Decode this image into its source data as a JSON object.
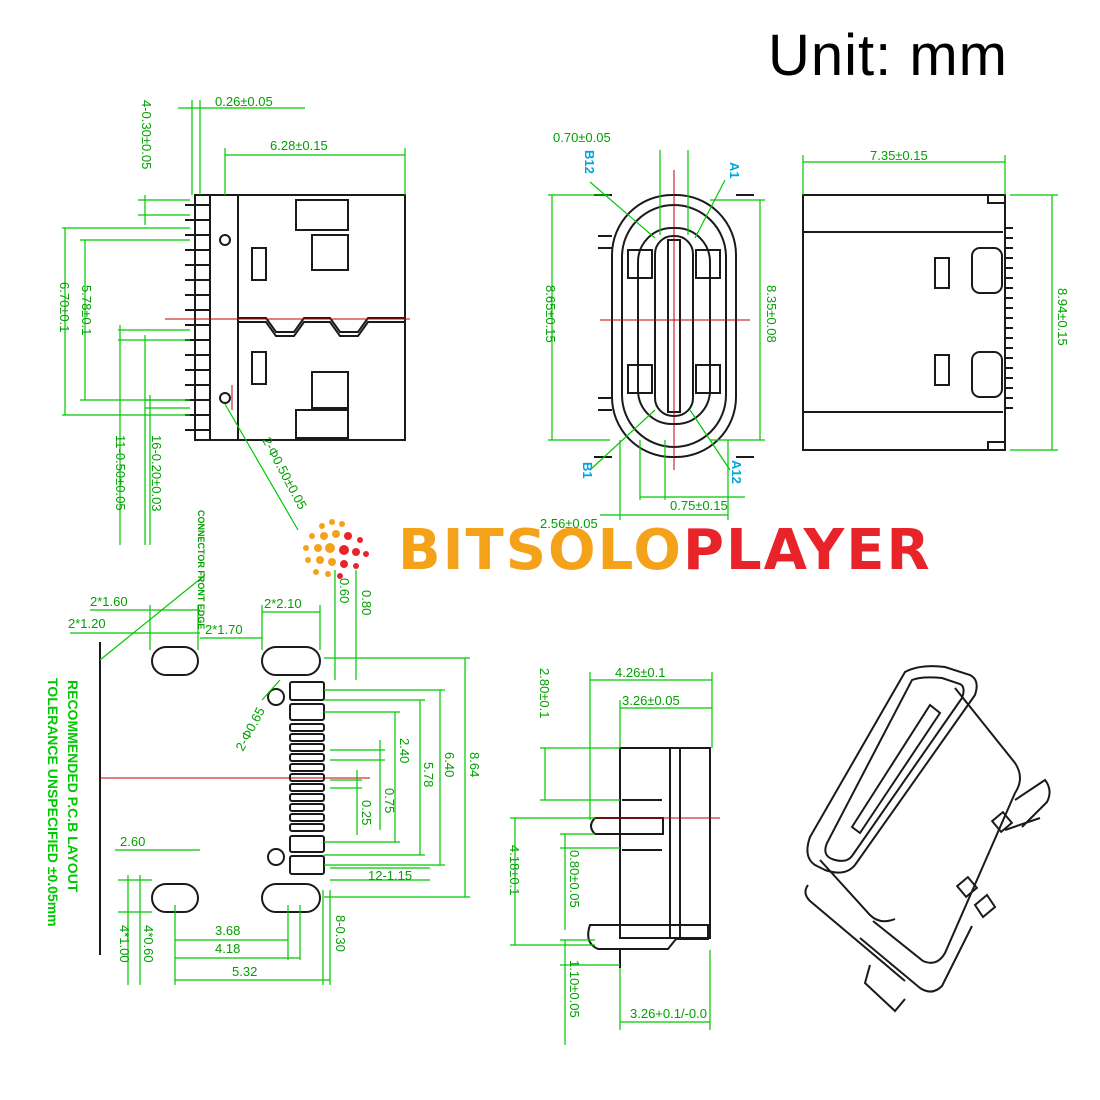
{
  "header": {
    "unit": "Unit: mm"
  },
  "brand": {
    "part_a": "BITSOLO",
    "part_b": "PLAYER"
  },
  "colors": {
    "dim": "#00c800",
    "red": "#c00000",
    "cyan": "#00a6e0",
    "ink": "#1a1a1a",
    "orange": "#f5a21b",
    "brand_red": "#e8242a"
  },
  "top_view": {
    "pitch_top": "0.26±0.05",
    "width": "6.28±0.15",
    "pin_width": "4-0.30±0.05",
    "h1": "6.70±0.1",
    "h2": "5.78±0.1",
    "pin_a": "11-0.50±0.05",
    "pin_b": "16-0.20±0.03",
    "hole": "2-Φ0.50±0.05"
  },
  "front_view": {
    "top": "0.70±0.05",
    "left_pin": "B12",
    "right_pin": "A1",
    "bl_pin": "B1",
    "br_pin": "A12",
    "height_l": "8.65±0.15",
    "height_r": "8.35±0.08",
    "bottom1": "0.75±0.15",
    "bottom2": "2.56±0.05"
  },
  "side_view": {
    "width": "7.35±0.15",
    "height": "8.94±0.15"
  },
  "pcb_layout": {
    "edge_label": "CONNECTOR FRONT EDGE",
    "note1": "RECOMMENDED P.C.B LAYOUT",
    "note2": "TOLERANCE UNSPECIFIED ±0.05mm",
    "d_2x160": "2*1.60",
    "d_2x120": "2*1.20",
    "d_2x170": "2*1.70",
    "d_2x210": "2*2.10",
    "d_060": "0.60",
    "d_080": "0.80",
    "d_240": "2.40",
    "d_578": "5.78",
    "d_640": "6.40",
    "d_864": "8.64",
    "d_025": "0.25",
    "d_075": "0.75",
    "d_12x115": "12-1.15",
    "d_8x030": "8-0.30",
    "d_260": "2.60",
    "d_368": "3.68",
    "d_418": "4.18",
    "d_532": "5.32",
    "d_4x060": "4*0.60",
    "d_4x100": "4*1.00",
    "d_phi065": "2-Φ0.65"
  },
  "bottom_side_view": {
    "w1": "4.26±0.1",
    "w2": "3.26±0.05",
    "h1": "2.80±0.1",
    "h2": "4.18±0.1",
    "h3": "0.80±0.05",
    "h4": "1.10±0.05",
    "bottom": "3.26+0.1/-0.0"
  }
}
